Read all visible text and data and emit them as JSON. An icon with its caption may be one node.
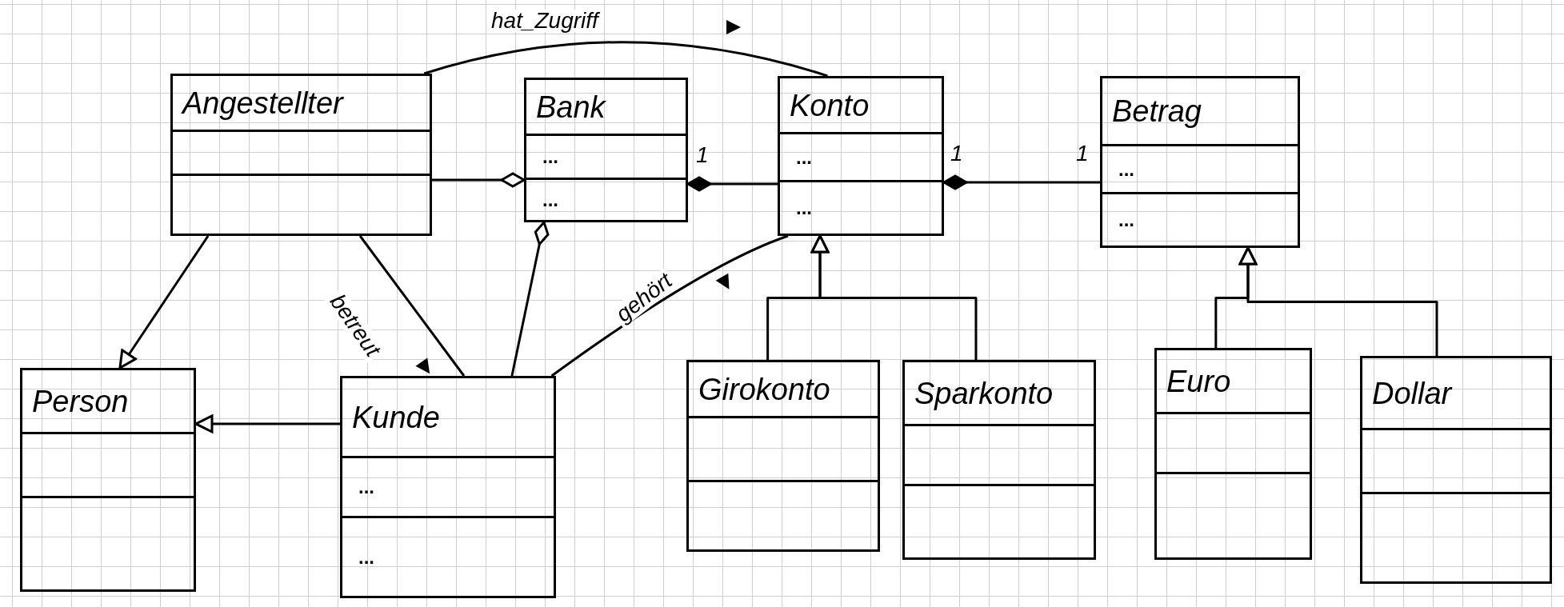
{
  "diagram": {
    "nodes": [
      {
        "text": [
          "Angestellter"
        ]
      },
      {
        "text": [
          "Bank",
          "...",
          "..."
        ]
      },
      {
        "text": [
          "Konto",
          "...",
          "..."
        ]
      },
      {
        "text": [
          "Betrag",
          "...",
          "..."
        ]
      },
      {
        "text": [
          "Person"
        ]
      },
      {
        "text": [
          "Kunde",
          "...",
          "..."
        ]
      },
      {
        "text": [
          "Girokonto"
        ]
      },
      {
        "text": [
          "Sparkonto"
        ]
      },
      {
        "text": [
          "Euro"
        ]
      },
      {
        "text": [
          "Dollar"
        ]
      }
    ],
    "edges": [
      {
        "from": 0,
        "to": 4,
        "arrow": "to"
      },
      {
        "from": 0,
        "to": 5,
        "arrow": "none",
        "label": "betreut"
      },
      {
        "from": 0,
        "to": 1,
        "arrow": "other"
      },
      {
        "from": 2,
        "to": 1,
        "arrow": "other"
      },
      {
        "from": 0,
        "to": 2,
        "arrow": "none",
        "label": "hat_Zugriff"
      },
      {
        "from": 3,
        "to": 2,
        "arrow": "other"
      },
      {
        "from": 5,
        "to": 1,
        "arrow": "other"
      },
      {
        "from": 5,
        "to": 2,
        "arrow": "none",
        "label": "gehört"
      },
      {
        "from": 5,
        "to": 4,
        "arrow": "to"
      },
      {
        "from": 6,
        "to": 2,
        "arrow": "to"
      },
      {
        "from": 7,
        "to": 2,
        "arrow": "to"
      },
      {
        "from": 8,
        "to": 3,
        "arrow": "to"
      },
      {
        "from": 9,
        "to": 3,
        "arrow": "to"
      }
    ],
    "labels": [
      "1",
      "1",
      "1"
    ]
  }
}
